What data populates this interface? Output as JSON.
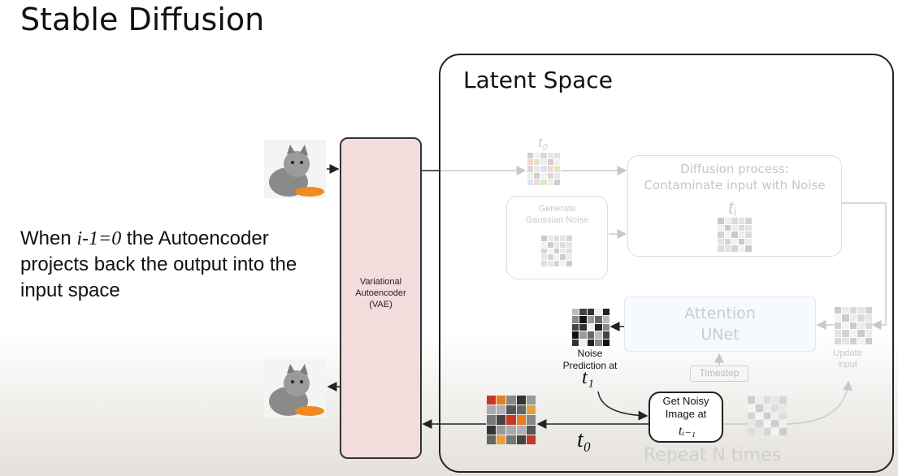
{
  "slide_title": "Stable Diffusion",
  "body_text": {
    "prefix": "When ",
    "math": "i-1=0",
    "suffix": "  the Autoencoder projects back the output into the input space"
  },
  "latent_space_label": "Latent Space",
  "vae_label": "Variational\nAutoencoder\n(VAE)",
  "diffusion_label": "Diffusion process:\nContaminate input with Noise",
  "gaussian_label": "Generate\nGaussian Noise",
  "unet_label": "Attention\nUNet",
  "timestep_label": "Timestep",
  "update_label": "Update\ninput",
  "noise_pred_label": "Noise\nPrediction at",
  "get_noisy_label": "Get Noisy\nImage at",
  "repeat_label": "Repeat N times",
  "math_labels": {
    "t0_top": "t₀",
    "ti": "tᵢ",
    "t1": "t₁",
    "t0_bottom": "t₀",
    "ti_minus_1": "tᵢ₋₁"
  },
  "icons": {
    "cat_input": "cat-photo-icon",
    "cat_output": "cat-photo-icon"
  },
  "colors": {
    "vae_fill": "#f2dcdc",
    "unet_fill": "#f6f9fd"
  }
}
